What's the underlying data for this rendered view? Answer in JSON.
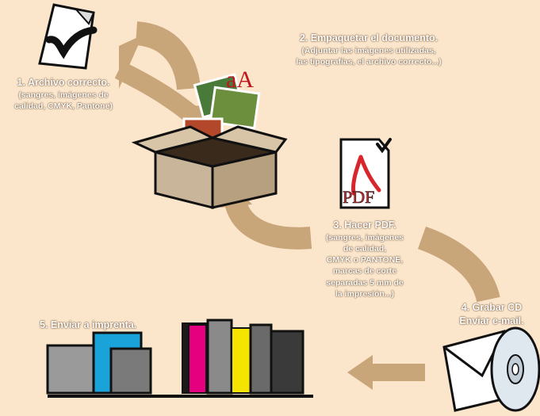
{
  "colors": {
    "background": "#fbe6cc",
    "arrow": "#c9a57a",
    "box": "#c9b59a",
    "pdf_red": "#d9262c",
    "magenta": "#e4007f",
    "yellow": "#f5e400",
    "cyan": "#1aa3d9"
  },
  "steps": [
    {
      "title": "1. Archivo correcto.",
      "sub": [
        "(sangres, imágenes de",
        "calidad, CMYK, Pantone)"
      ]
    },
    {
      "title": "2. Empaquetar el documento.",
      "sub": [
        "(Adjuntar las imágenes utilizadas,",
        "las tipografías, el archivo correcto...)"
      ]
    },
    {
      "title": "3. Hacer PDF.",
      "sub": [
        "(sangres, imágenes",
        "de calidad,",
        "CMYK o PANTONE,",
        "marcas de corte",
        "separadas 5 mm de",
        "la impresión...)"
      ]
    },
    {
      "title": "4. Grabar CD",
      "sub": [
        "Enviar e-mail."
      ]
    },
    {
      "title": "5. Enviar a imprenta.",
      "sub": []
    }
  ],
  "icons": {
    "document": "document-check-icon",
    "box": "package-box-icon",
    "fonts_glyph": "aA",
    "pdf_glyph": "PDF",
    "pdf": "pdf-document-icon",
    "envelope": "envelope-icon",
    "cd": "cd-disc-icon",
    "printer": "printing-building-icon"
  }
}
